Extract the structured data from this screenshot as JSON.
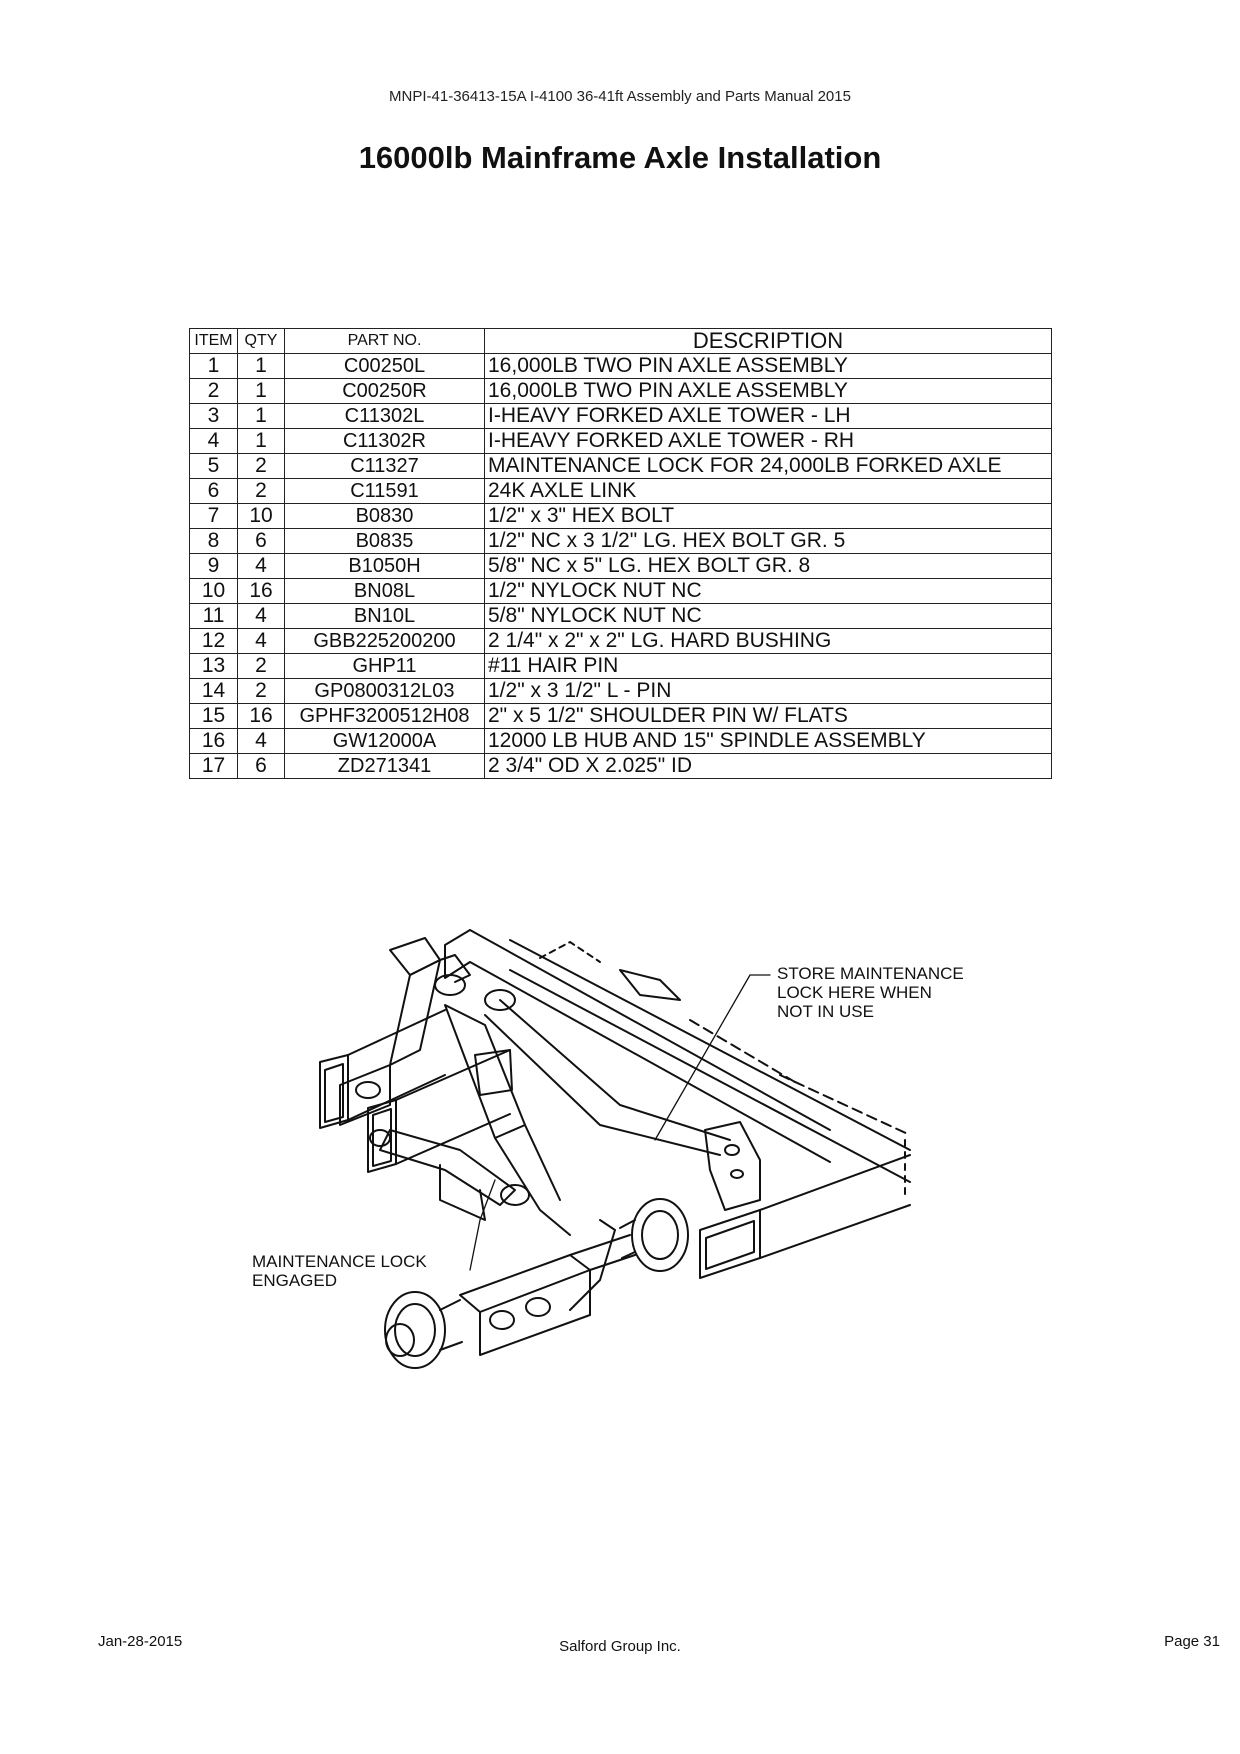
{
  "header": {
    "doc_ref": "MNPI-41-36413-15A   I-4100 36-41ft Assembly and Parts Manual 2015",
    "title": "16000lb Mainframe Axle Installation"
  },
  "parts_table": {
    "columns": [
      "ITEM",
      "QTY",
      "PART NO.",
      "DESCRIPTION"
    ],
    "rows": [
      {
        "item": "1",
        "qty": "1",
        "part": "C00250L",
        "desc": "16,000LB TWO PIN AXLE ASSEMBLY"
      },
      {
        "item": "2",
        "qty": "1",
        "part": "C00250R",
        "desc": "16,000LB TWO PIN AXLE ASSEMBLY"
      },
      {
        "item": "3",
        "qty": "1",
        "part": "C11302L",
        "desc": "I-HEAVY FORKED AXLE TOWER - LH"
      },
      {
        "item": "4",
        "qty": "1",
        "part": "C11302R",
        "desc": "I-HEAVY FORKED AXLE TOWER - RH"
      },
      {
        "item": "5",
        "qty": "2",
        "part": "C11327",
        "desc": "MAINTENANCE LOCK FOR 24,000LB FORKED AXLE"
      },
      {
        "item": "6",
        "qty": "2",
        "part": "C11591",
        "desc": "24K AXLE LINK"
      },
      {
        "item": "7",
        "qty": "10",
        "part": "B0830",
        "desc": "1/2\" x 3\" HEX BOLT"
      },
      {
        "item": "8",
        "qty": "6",
        "part": "B0835",
        "desc": "1/2\" NC x 3 1/2\" LG. HEX BOLT GR. 5"
      },
      {
        "item": "9",
        "qty": "4",
        "part": "B1050H",
        "desc": "5/8\" NC x 5\" LG. HEX BOLT GR. 8"
      },
      {
        "item": "10",
        "qty": "16",
        "part": "BN08L",
        "desc": "1/2\" NYLOCK NUT NC"
      },
      {
        "item": "11",
        "qty": "4",
        "part": "BN10L",
        "desc": "5/8\" NYLOCK NUT NC"
      },
      {
        "item": "12",
        "qty": "4",
        "part": "GBB225200200",
        "desc": "2 1/4\" x 2\" x 2\" LG. HARD BUSHING"
      },
      {
        "item": "13",
        "qty": "2",
        "part": "GHP11",
        "desc": "#11 HAIR PIN"
      },
      {
        "item": "14",
        "qty": "2",
        "part": "GP0800312L03",
        "desc": "1/2\" x 3 1/2\" L - PIN"
      },
      {
        "item": "15",
        "qty": "16",
        "part": "GPHF3200512H08",
        "desc": "2\" x 5 1/2\" SHOULDER PIN W/ FLATS"
      },
      {
        "item": "16",
        "qty": "4",
        "part": "GW12000A",
        "desc": "12000 LB HUB AND 15\" SPINDLE ASSEMBLY"
      },
      {
        "item": "17",
        "qty": "6",
        "part": "ZD271341",
        "desc": "2 3/4\" OD X 2.025\" ID"
      }
    ]
  },
  "diagram": {
    "callout_store": [
      "STORE MAINTENANCE",
      "LOCK HERE WHEN",
      "NOT IN USE"
    ],
    "callout_lock": [
      "MAINTENANCE LOCK",
      "ENGAGED"
    ]
  },
  "footer": {
    "date": "Jan-28-2015",
    "company": "Salford Group Inc.",
    "page": "Page 31"
  }
}
